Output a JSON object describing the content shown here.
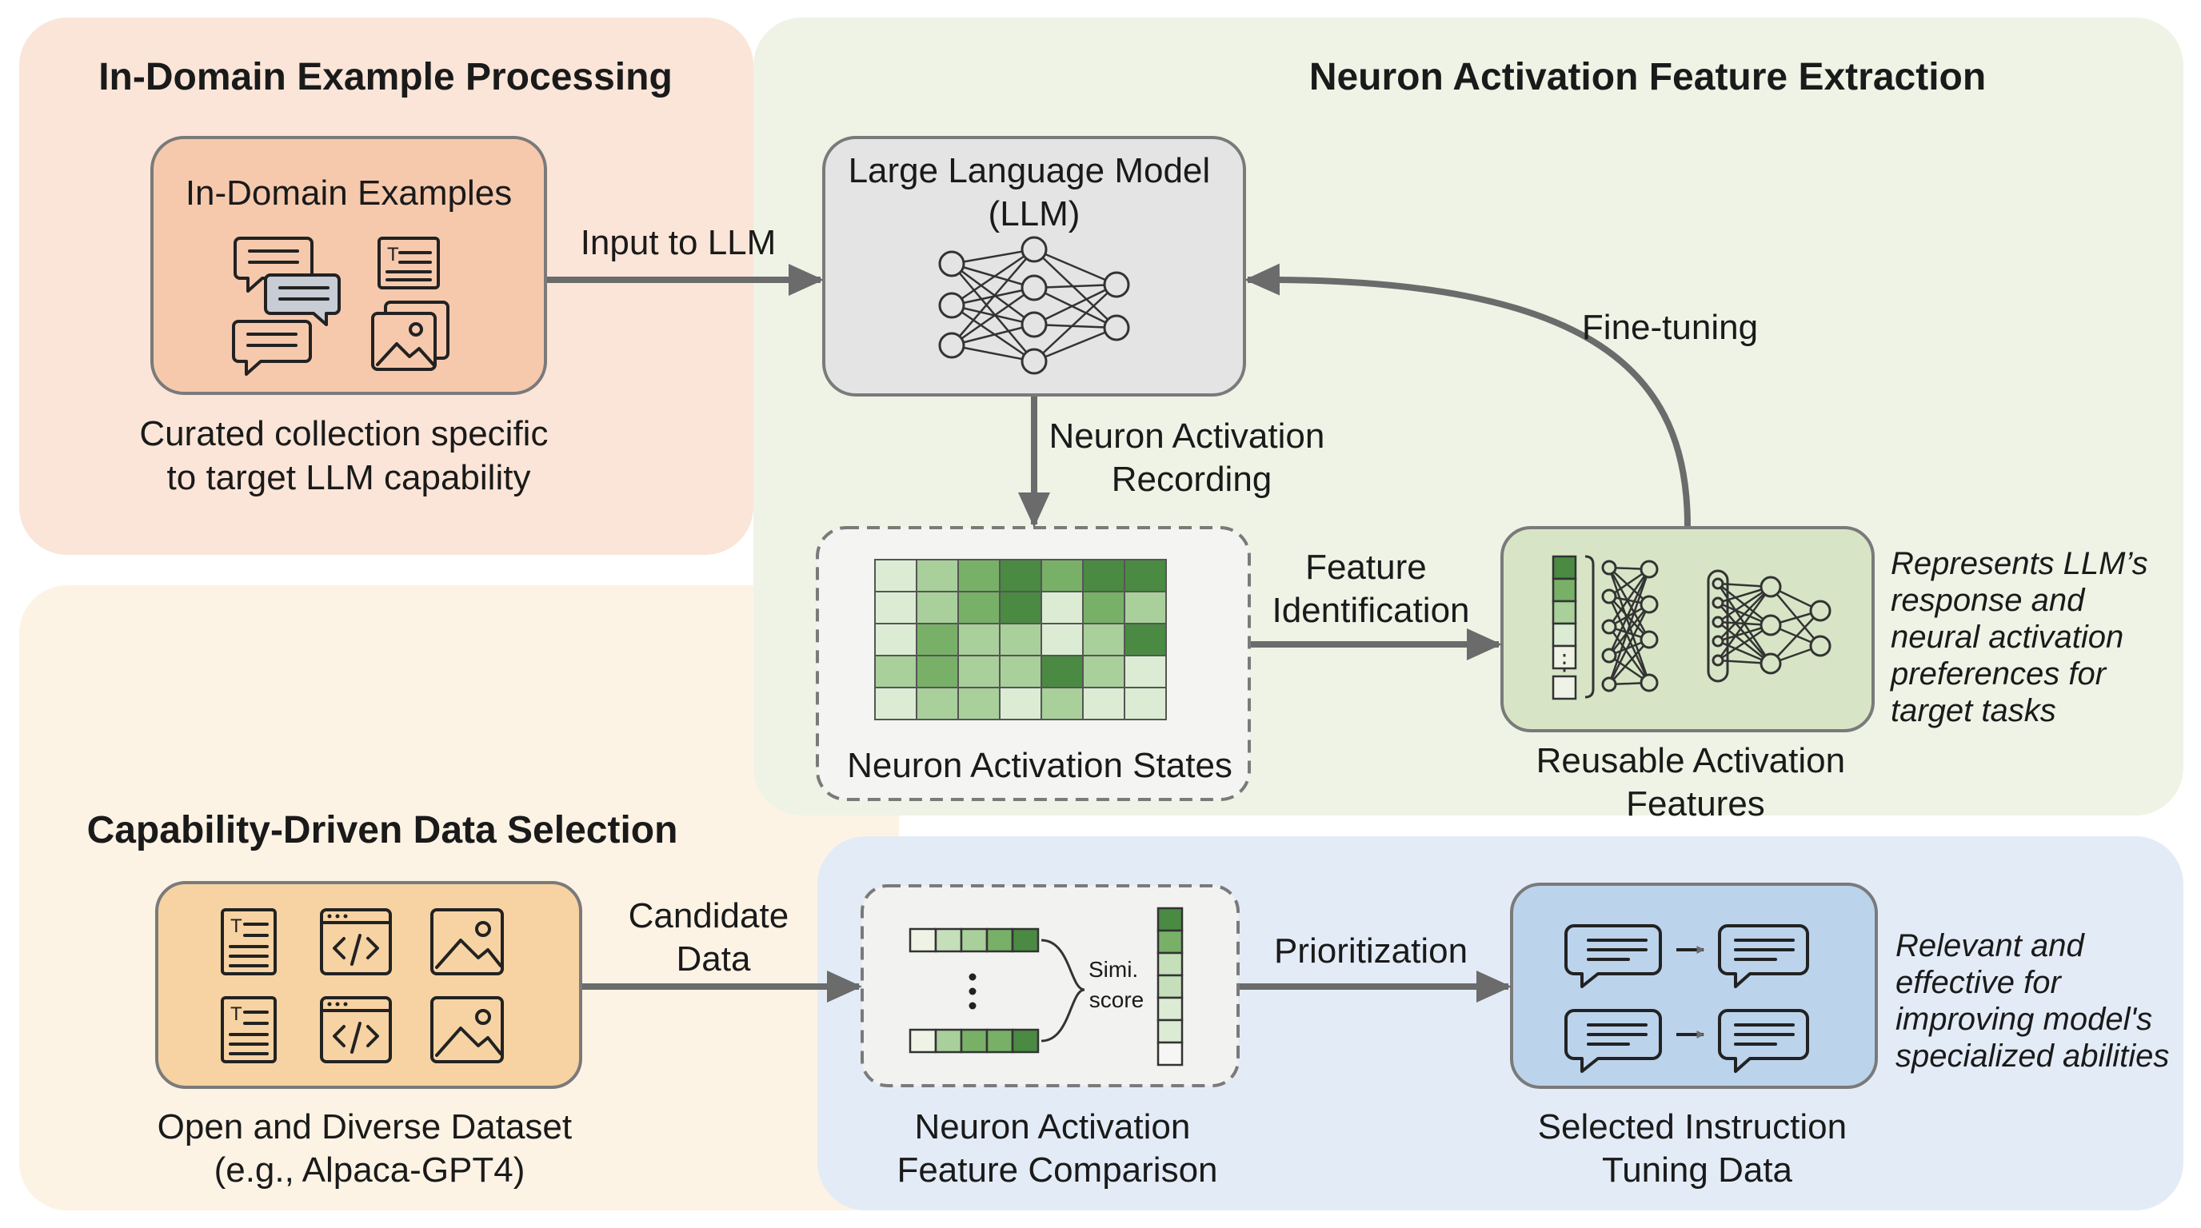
{
  "sections": {
    "in_domain": "In-Domain Example Processing",
    "extraction": "Neuron Activation Feature Extraction",
    "selection": "Capability-Driven Data Selection"
  },
  "nodes": {
    "in_domain_examples": {
      "title": "In-Domain Examples",
      "caption": [
        "Curated collection specific",
        "to target LLM capability"
      ]
    },
    "llm": {
      "title": [
        "Large Language Model",
        "(LLM)"
      ]
    },
    "activation_states": {
      "caption": "Neuron Activation States"
    },
    "reusable_features": {
      "caption": [
        "Reusable Activation",
        "Features"
      ]
    },
    "open_dataset": {
      "caption": [
        "Open and Diverse Dataset",
        "(e.g., Alpaca-GPT4)"
      ]
    },
    "comparison": {
      "inner": [
        "Simi.",
        "score"
      ],
      "caption": [
        "Neuron Activation",
        "Feature Comparison"
      ]
    },
    "selected_data": {
      "caption": [
        "Selected Instruction",
        "Tuning Data"
      ]
    }
  },
  "edges": {
    "input_to_llm": "Input to LLM",
    "recording": [
      "Neuron Activation",
      "Recording"
    ],
    "fine_tuning": "Fine-tuning",
    "feature_identification": [
      "Feature",
      "Identification"
    ],
    "candidate": [
      "Candidate",
      "Data"
    ],
    "prioritization": "Prioritization"
  },
  "notes": {
    "features_note": [
      "Represents LLM’s",
      "response and",
      "neural activation",
      "preferences for",
      "target tasks"
    ],
    "selected_note": [
      "Relevant and",
      "effective for",
      "improving model's",
      "specialized abilities"
    ]
  },
  "colors": {
    "orange_panel": "#fae5d8",
    "cream_panel": "#fdf3e5",
    "green_panel": "#eef3e6",
    "blue_panel": "#e3ecf6",
    "examples_box": "#f6c9ad",
    "llm_box": "#e4e4e4",
    "features_box": "#d7e5c6",
    "dataset_box": "#f7d3a3",
    "selected_box": "#bcd3ec",
    "arrow": "#6b6b6b",
    "green_dark": "#4e8b46"
  },
  "heatmap_levels": [
    [
      1,
      2,
      3,
      4,
      3,
      4,
      4
    ],
    [
      1,
      2,
      3,
      4,
      1,
      3,
      2
    ],
    [
      1,
      3,
      2,
      2,
      1,
      2,
      4
    ],
    [
      2,
      3,
      2,
      2,
      4,
      2,
      1
    ],
    [
      1,
      2,
      2,
      1,
      2,
      1,
      1
    ]
  ]
}
